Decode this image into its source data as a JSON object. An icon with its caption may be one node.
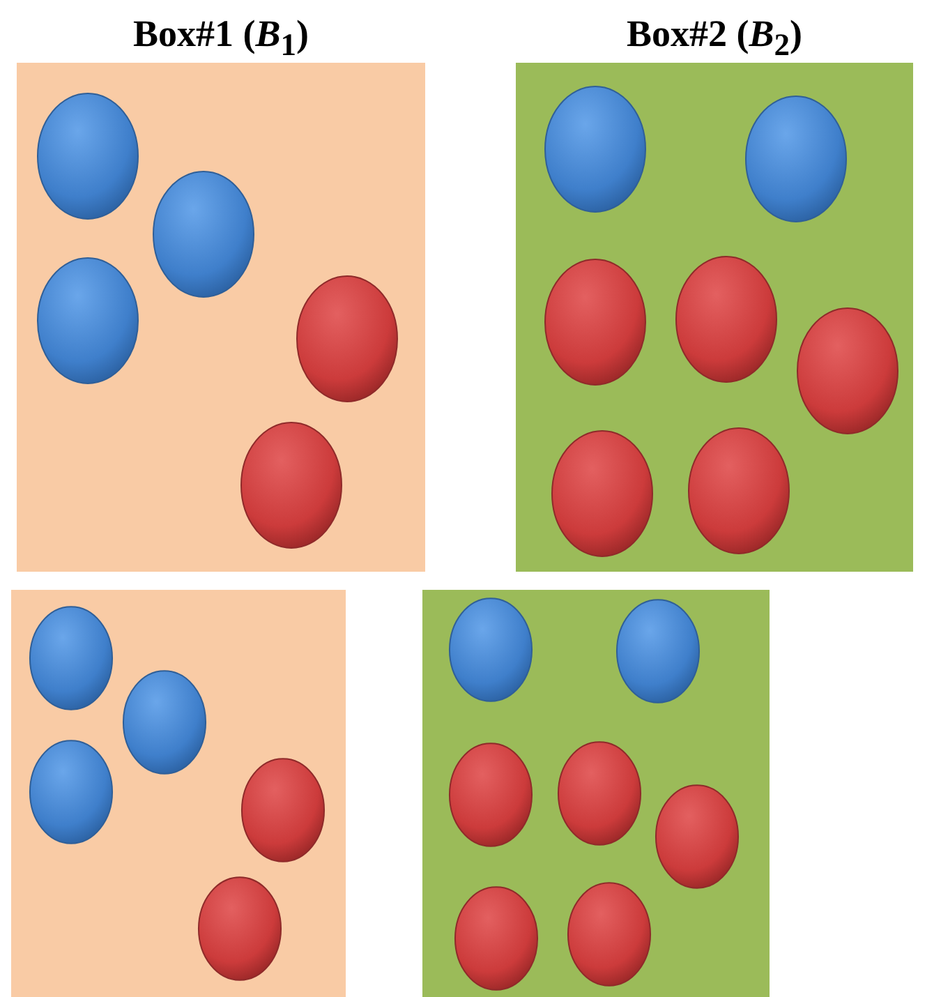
{
  "diagram": {
    "nodes": [
      {
        "text": [
          "Box#1 (*B*$_{1}$)"
        ]
      },
      {
        "text": [
          "Box#2 (*B*$_{2}$)"
        ]
      },
      {
        "text": [],
        "shape": "box"
      },
      {
        "text": [],
        "shape": "box"
      }
    ]
  }
}
